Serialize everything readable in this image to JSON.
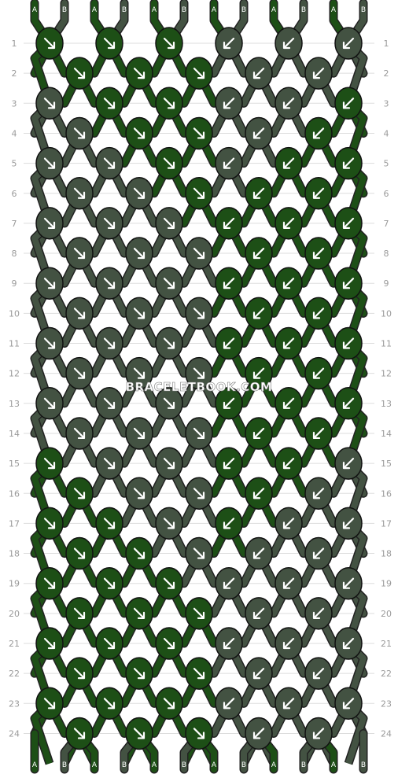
{
  "watermark": "BRACELETBOOK.COM",
  "colors": {
    "A": "#1d4f16",
    "B": "#435242"
  },
  "top_labels": [
    "A",
    "B",
    "A",
    "B",
    "A",
    "B",
    "A",
    "B",
    "A",
    "B",
    "A",
    "B"
  ],
  "bottom_labels": [
    "A",
    "B",
    "A",
    "B",
    "A",
    "B",
    "A",
    "B",
    "A",
    "B",
    "A",
    "B"
  ],
  "rows": [
    {
      "label": "1",
      "knots": [
        {
          "c": "A",
          "d": "se"
        },
        {
          "c": "A",
          "d": "se"
        },
        {
          "c": "A",
          "d": "se"
        },
        {
          "c": "B",
          "d": "sw"
        },
        {
          "c": "B",
          "d": "sw"
        },
        {
          "c": "B",
          "d": "sw"
        }
      ]
    },
    {
      "label": "2",
      "knots": [
        {
          "c": "A",
          "d": "se"
        },
        {
          "c": "A",
          "d": "se"
        },
        {
          "c": "A",
          "d": "se"
        },
        {
          "c": "B",
          "d": "sw"
        },
        {
          "c": "B",
          "d": "sw"
        }
      ]
    },
    {
      "label": "3",
      "knots": [
        {
          "c": "B",
          "d": "se"
        },
        {
          "c": "A",
          "d": "se"
        },
        {
          "c": "A",
          "d": "se"
        },
        {
          "c": "B",
          "d": "sw"
        },
        {
          "c": "B",
          "d": "sw"
        },
        {
          "c": "A",
          "d": "sw"
        }
      ]
    },
    {
      "label": "4",
      "knots": [
        {
          "c": "B",
          "d": "se"
        },
        {
          "c": "A",
          "d": "se"
        },
        {
          "c": "A",
          "d": "se"
        },
        {
          "c": "B",
          "d": "sw"
        },
        {
          "c": "A",
          "d": "sw"
        }
      ]
    },
    {
      "label": "5",
      "knots": [
        {
          "c": "B",
          "d": "se"
        },
        {
          "c": "B",
          "d": "se"
        },
        {
          "c": "A",
          "d": "se"
        },
        {
          "c": "B",
          "d": "sw"
        },
        {
          "c": "A",
          "d": "sw"
        },
        {
          "c": "A",
          "d": "sw"
        }
      ]
    },
    {
      "label": "6",
      "knots": [
        {
          "c": "B",
          "d": "se"
        },
        {
          "c": "B",
          "d": "se"
        },
        {
          "c": "A",
          "d": "se"
        },
        {
          "c": "A",
          "d": "sw"
        },
        {
          "c": "A",
          "d": "sw"
        }
      ]
    },
    {
      "label": "7",
      "knots": [
        {
          "c": "B",
          "d": "se"
        },
        {
          "c": "B",
          "d": "se"
        },
        {
          "c": "B",
          "d": "se"
        },
        {
          "c": "A",
          "d": "sw"
        },
        {
          "c": "A",
          "d": "sw"
        },
        {
          "c": "A",
          "d": "sw"
        }
      ]
    },
    {
      "label": "8",
      "knots": [
        {
          "c": "B",
          "d": "se"
        },
        {
          "c": "B",
          "d": "se"
        },
        {
          "c": "B",
          "d": "se"
        },
        {
          "c": "A",
          "d": "sw"
        },
        {
          "c": "A",
          "d": "sw"
        }
      ]
    },
    {
      "label": "9",
      "knots": [
        {
          "c": "B",
          "d": "se"
        },
        {
          "c": "B",
          "d": "se"
        },
        {
          "c": "B",
          "d": "se"
        },
        {
          "c": "A",
          "d": "sw"
        },
        {
          "c": "A",
          "d": "sw"
        },
        {
          "c": "A",
          "d": "sw"
        }
      ]
    },
    {
      "label": "10",
      "knots": [
        {
          "c": "B",
          "d": "se"
        },
        {
          "c": "B",
          "d": "se"
        },
        {
          "c": "B",
          "d": "se"
        },
        {
          "c": "A",
          "d": "sw"
        },
        {
          "c": "A",
          "d": "sw"
        }
      ]
    },
    {
      "label": "11",
      "knots": [
        {
          "c": "B",
          "d": "se"
        },
        {
          "c": "B",
          "d": "se"
        },
        {
          "c": "B",
          "d": "se"
        },
        {
          "c": "A",
          "d": "sw"
        },
        {
          "c": "A",
          "d": "sw"
        },
        {
          "c": "A",
          "d": "sw"
        }
      ]
    },
    {
      "label": "12",
      "knots": [
        {
          "c": "B",
          "d": "se"
        },
        {
          "c": "B",
          "d": "se"
        },
        {
          "c": "B",
          "d": "se"
        },
        {
          "c": "A",
          "d": "sw"
        },
        {
          "c": "A",
          "d": "sw"
        }
      ]
    },
    {
      "label": "13",
      "knots": [
        {
          "c": "B",
          "d": "se"
        },
        {
          "c": "B",
          "d": "se"
        },
        {
          "c": "B",
          "d": "se"
        },
        {
          "c": "A",
          "d": "sw"
        },
        {
          "c": "A",
          "d": "sw"
        },
        {
          "c": "A",
          "d": "sw"
        }
      ]
    },
    {
      "label": "14",
      "knots": [
        {
          "c": "B",
          "d": "se"
        },
        {
          "c": "B",
          "d": "se"
        },
        {
          "c": "B",
          "d": "se"
        },
        {
          "c": "A",
          "d": "sw"
        },
        {
          "c": "A",
          "d": "sw"
        }
      ]
    },
    {
      "label": "15",
      "knots": [
        {
          "c": "A",
          "d": "se"
        },
        {
          "c": "B",
          "d": "se"
        },
        {
          "c": "B",
          "d": "se"
        },
        {
          "c": "A",
          "d": "sw"
        },
        {
          "c": "A",
          "d": "sw"
        },
        {
          "c": "B",
          "d": "sw"
        }
      ]
    },
    {
      "label": "16",
      "knots": [
        {
          "c": "A",
          "d": "se"
        },
        {
          "c": "B",
          "d": "se"
        },
        {
          "c": "B",
          "d": "se"
        },
        {
          "c": "A",
          "d": "sw"
        },
        {
          "c": "B",
          "d": "sw"
        }
      ]
    },
    {
      "label": "17",
      "knots": [
        {
          "c": "A",
          "d": "se"
        },
        {
          "c": "A",
          "d": "se"
        },
        {
          "c": "B",
          "d": "se"
        },
        {
          "c": "A",
          "d": "sw"
        },
        {
          "c": "B",
          "d": "sw"
        },
        {
          "c": "B",
          "d": "sw"
        }
      ]
    },
    {
      "label": "18",
      "knots": [
        {
          "c": "A",
          "d": "se"
        },
        {
          "c": "A",
          "d": "se"
        },
        {
          "c": "B",
          "d": "se"
        },
        {
          "c": "B",
          "d": "sw"
        },
        {
          "c": "B",
          "d": "sw"
        }
      ]
    },
    {
      "label": "19",
      "knots": [
        {
          "c": "A",
          "d": "se"
        },
        {
          "c": "A",
          "d": "se"
        },
        {
          "c": "A",
          "d": "se"
        },
        {
          "c": "B",
          "d": "sw"
        },
        {
          "c": "B",
          "d": "sw"
        },
        {
          "c": "B",
          "d": "sw"
        }
      ]
    },
    {
      "label": "20",
      "knots": [
        {
          "c": "A",
          "d": "se"
        },
        {
          "c": "A",
          "d": "se"
        },
        {
          "c": "A",
          "d": "se"
        },
        {
          "c": "B",
          "d": "sw"
        },
        {
          "c": "B",
          "d": "sw"
        }
      ]
    },
    {
      "label": "21",
      "knots": [
        {
          "c": "A",
          "d": "se"
        },
        {
          "c": "A",
          "d": "se"
        },
        {
          "c": "A",
          "d": "se"
        },
        {
          "c": "B",
          "d": "sw"
        },
        {
          "c": "B",
          "d": "sw"
        },
        {
          "c": "B",
          "d": "sw"
        }
      ]
    },
    {
      "label": "22",
      "knots": [
        {
          "c": "A",
          "d": "se"
        },
        {
          "c": "A",
          "d": "se"
        },
        {
          "c": "A",
          "d": "se"
        },
        {
          "c": "B",
          "d": "sw"
        },
        {
          "c": "B",
          "d": "sw"
        }
      ]
    },
    {
      "label": "23",
      "knots": [
        {
          "c": "A",
          "d": "se"
        },
        {
          "c": "A",
          "d": "se"
        },
        {
          "c": "A",
          "d": "se"
        },
        {
          "c": "B",
          "d": "sw"
        },
        {
          "c": "B",
          "d": "sw"
        },
        {
          "c": "B",
          "d": "sw"
        }
      ]
    },
    {
      "label": "24",
      "knots": [
        {
          "c": "A",
          "d": "se"
        },
        {
          "c": "A",
          "d": "se"
        },
        {
          "c": "A",
          "d": "se"
        },
        {
          "c": "B",
          "d": "sw"
        },
        {
          "c": "B",
          "d": "sw"
        }
      ]
    }
  ]
}
